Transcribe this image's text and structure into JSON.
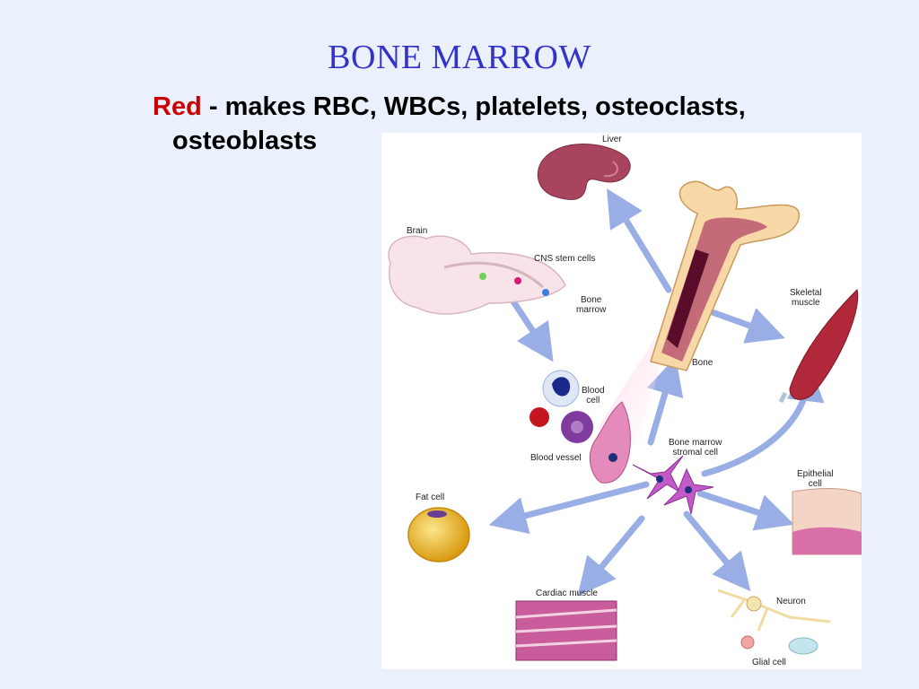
{
  "slide": {
    "title": "BONE MARROW",
    "bullet_red": "Red",
    "bullet_rest": " - makes RBC, WBCs, platelets, osteoclasts,",
    "bullet_line2": "osteoblasts"
  },
  "diagram": {
    "labels": {
      "liver": "Liver",
      "brain": "Brain",
      "cns_stem_cells": "CNS stem cells",
      "bone_marrow_1": "Bone",
      "bone_marrow_2": "marrow",
      "skeletal_muscle_1": "Skeletal",
      "skeletal_muscle_2": "muscle",
      "bone": "Bone",
      "blood_cell_1": "Blood",
      "blood_cell_2": "cell",
      "blood_vessel": "Blood vessel",
      "stromal_1": "Bone marrow",
      "stromal_2": "stromal cell",
      "epithelial_1": "Epithelial",
      "epithelial_2": "cell",
      "fat_cell": "Fat cell",
      "cardiac_muscle": "Cardiac muscle",
      "neuron": "Neuron",
      "glial_cell": "Glial cell"
    }
  }
}
